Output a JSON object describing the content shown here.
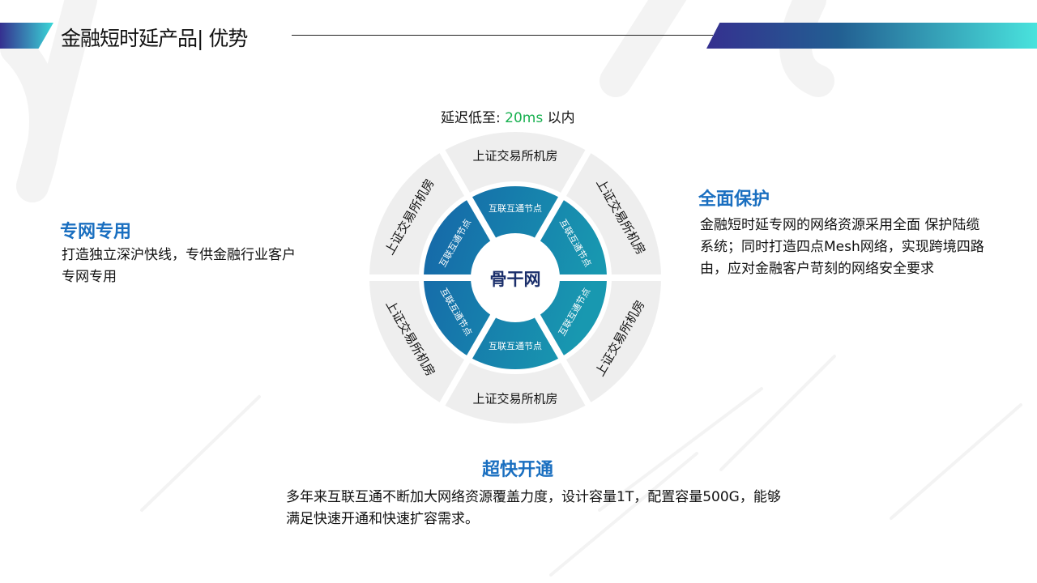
{
  "header": {
    "title": "金融短时延产品| 优势"
  },
  "latency": {
    "prefix": "延迟低至:",
    "value": "20ms",
    "suffix": " 以内"
  },
  "diagram": {
    "center": "骨干网",
    "outer_labels": [
      "上证交易所机房",
      "上证交易所机房",
      "上证交易所机房",
      "上证交易所机房",
      "上证交易所机房",
      "上证交易所机房"
    ],
    "inner_labels": [
      "互联互通节点",
      "互联互通节点",
      "互联互通节点",
      "互联互通节点",
      "互联互通节点",
      "互联互通节点"
    ]
  },
  "features": {
    "private": {
      "title": "专网专用",
      "text": "打造独立深沪快线，专供金融行业客户专网专用"
    },
    "protect": {
      "title": "全面保护",
      "text": "金融短时延专网的网络资源采用全面 保护陆缆系统；同时打造四点Mesh网络，实现跨境四路由，应对金融客户苛刻的网络安全要求"
    },
    "fast": {
      "title": "超快开通",
      "text": "多年来互联互通不断加大网络资源覆盖力度，设计容量1T，配置容量500G，能够满足快速开通和快速扩容需求。"
    }
  },
  "colors": {
    "accent": "#1a6fc0",
    "green": "#17b04f",
    "ring_dark": "#1565a8",
    "ring_light": "#1896b0"
  }
}
